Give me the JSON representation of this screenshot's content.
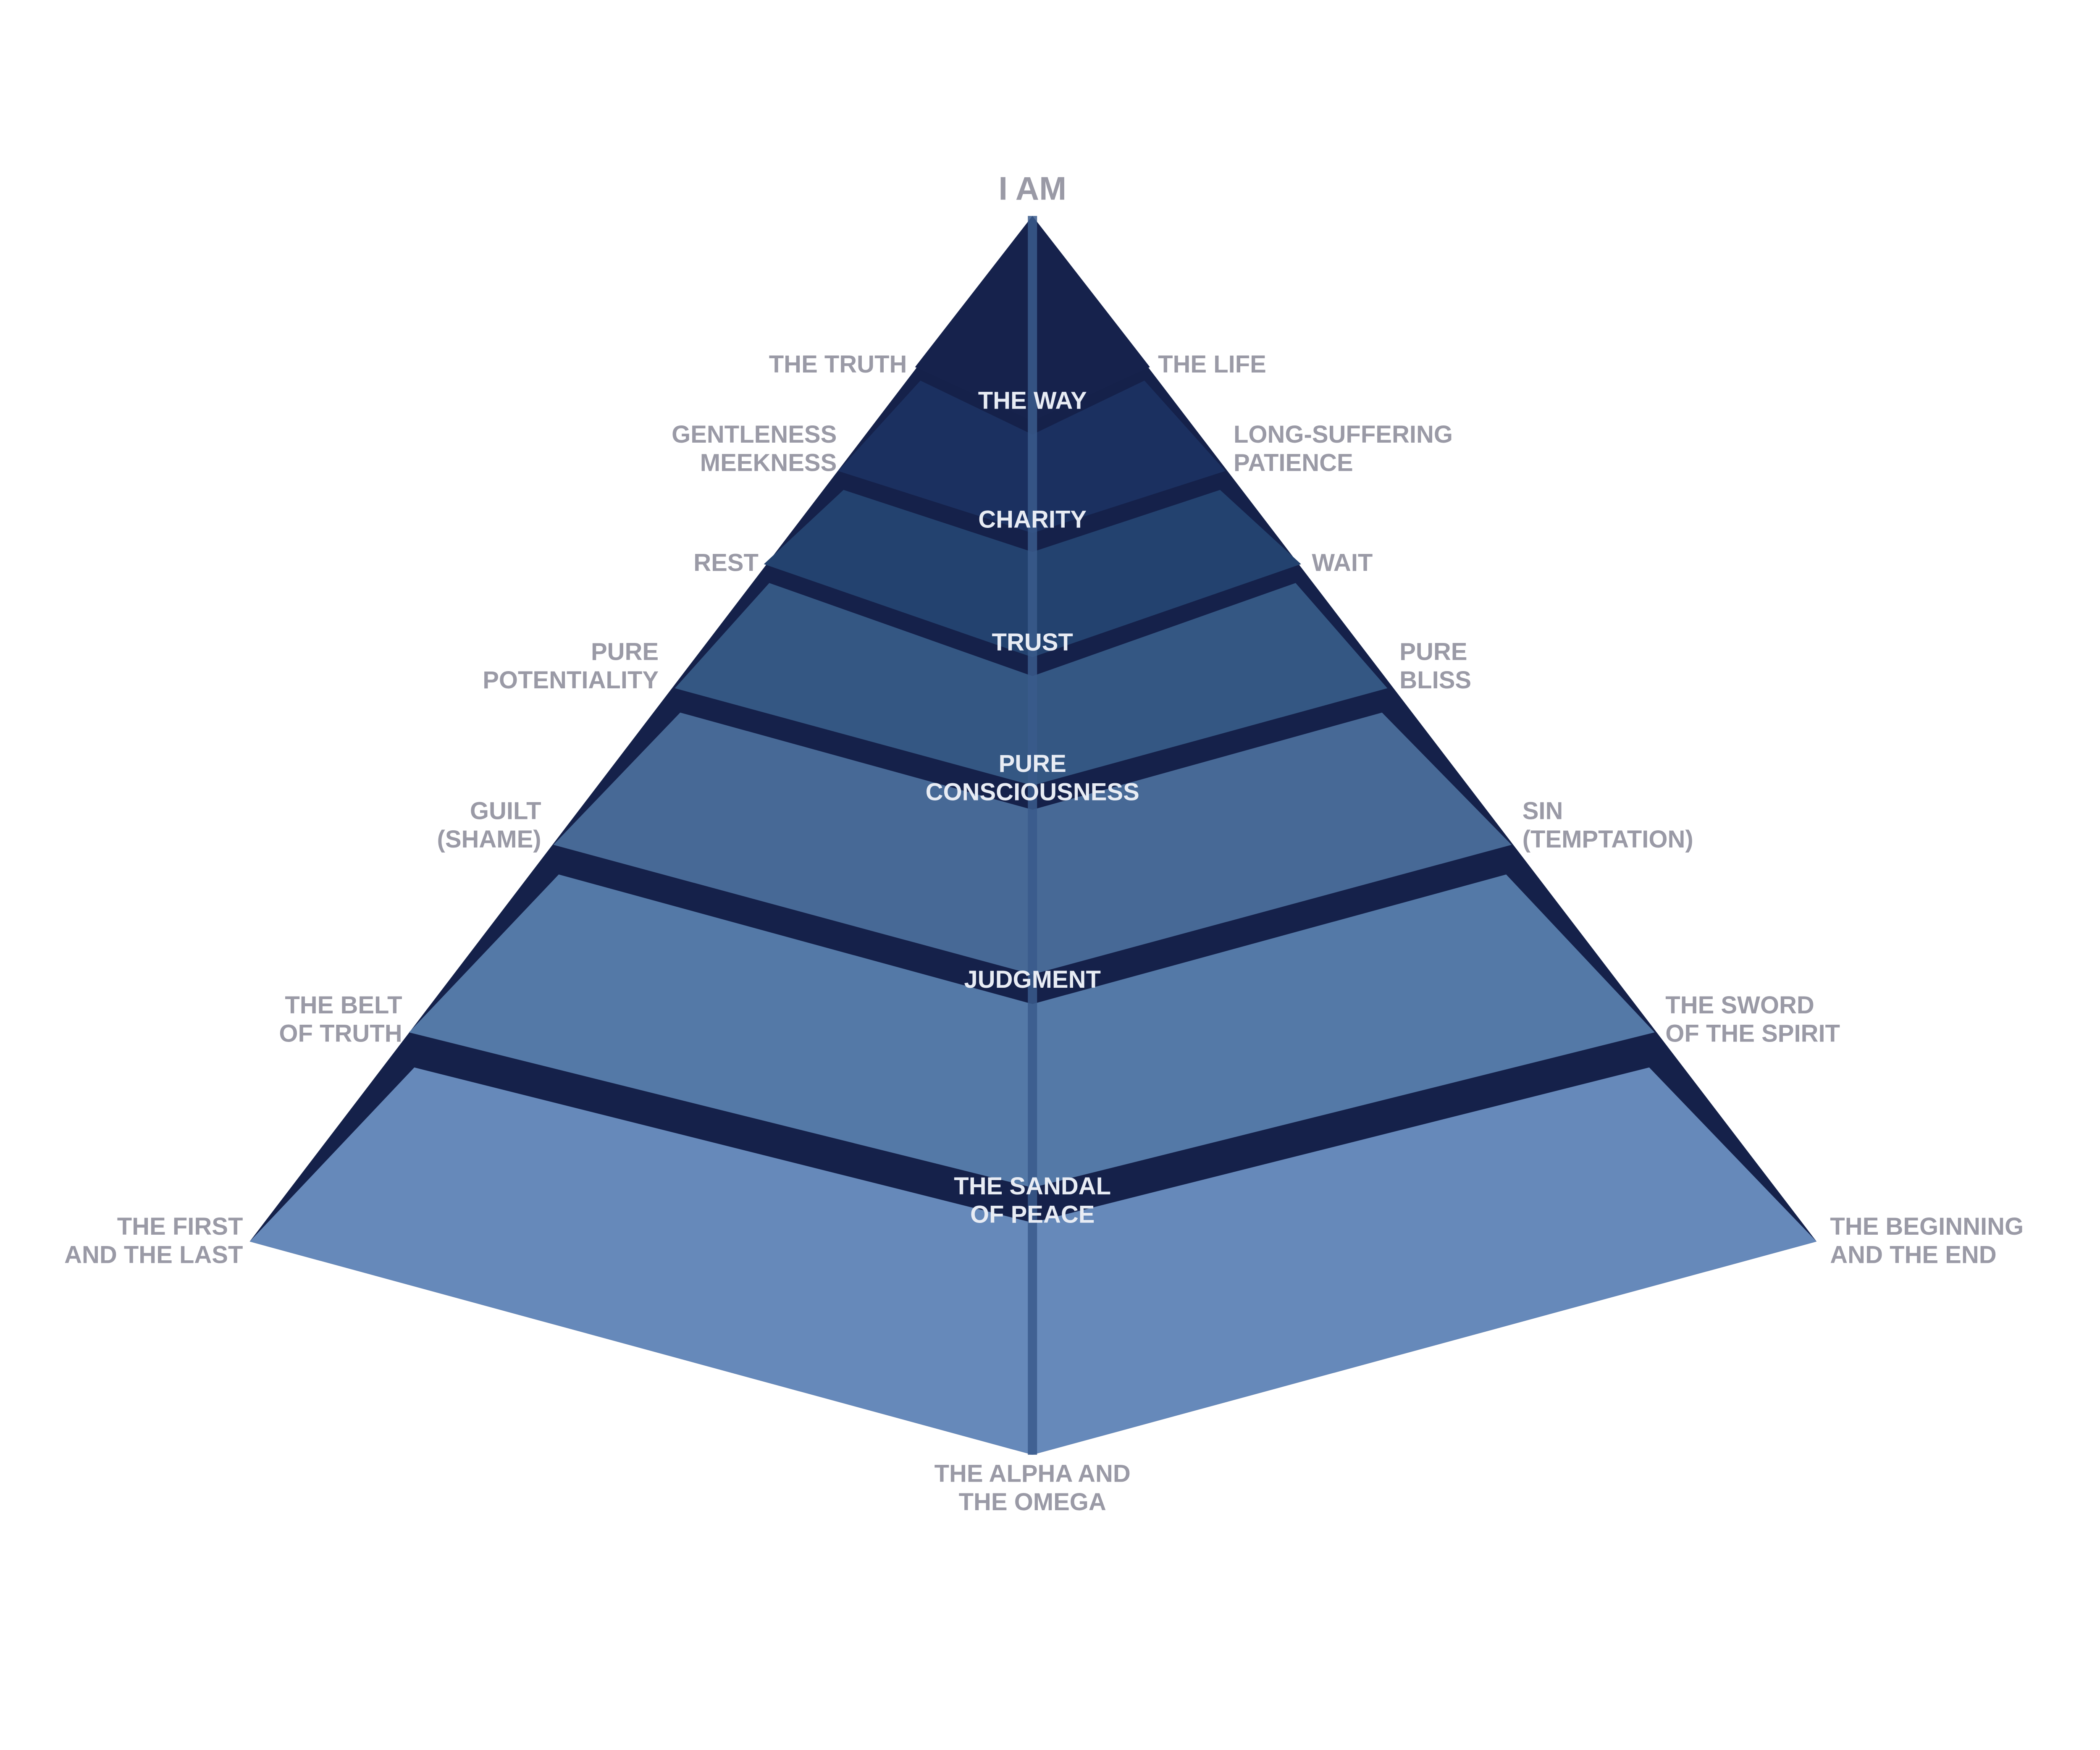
{
  "apex_label": "I AM",
  "bottom_label": [
    "THE ALPHA AND",
    "THE OMEGA"
  ],
  "colors": {
    "band_dark": "#15214a",
    "center_seam": "#3a5a8c",
    "label_gray": "#9a9aa6",
    "label_light": "#e8ecf4"
  },
  "levels": [
    {
      "center": [
        "THE WAY"
      ],
      "left": [
        "THE TRUTH"
      ],
      "right": [
        "THE LIFE"
      ],
      "fill": "#16224c"
    },
    {
      "center": [
        "CHARITY"
      ],
      "left": [
        "GENTLENESS",
        "MEEKNESS"
      ],
      "right": [
        "LONG-SUFFERING",
        "PATIENCE"
      ],
      "fill": "#1b3060"
    },
    {
      "center": [
        "TRUST"
      ],
      "left": [
        "REST"
      ],
      "right": [
        "WAIT"
      ],
      "fill": "#23426f"
    },
    {
      "center": [
        "PURE",
        "CONSCIOUSNESS"
      ],
      "left": [
        "PURE",
        "POTENTIALITY"
      ],
      "right": [
        "PURE",
        "BLISS"
      ],
      "fill": "#345783"
    },
    {
      "center": [
        "JUDGMENT"
      ],
      "left": [
        "GUILT",
        "(SHAME)"
      ],
      "right": [
        "SIN",
        "(TEMPTATION)"
      ],
      "fill": "#476996"
    },
    {
      "center": [
        "THE SANDAL",
        "OF PEACE"
      ],
      "left": [
        "THE BELT",
        "OF TRUTH"
      ],
      "right": [
        "THE SWORD",
        "OF THE SPIRIT"
      ],
      "fill": "#5479a7"
    },
    {
      "center": [],
      "left": [
        "THE FIRST",
        "AND THE LAST"
      ],
      "right": [
        "THE BEGINNING",
        "AND THE END"
      ],
      "fill": "#6689ba"
    }
  ]
}
